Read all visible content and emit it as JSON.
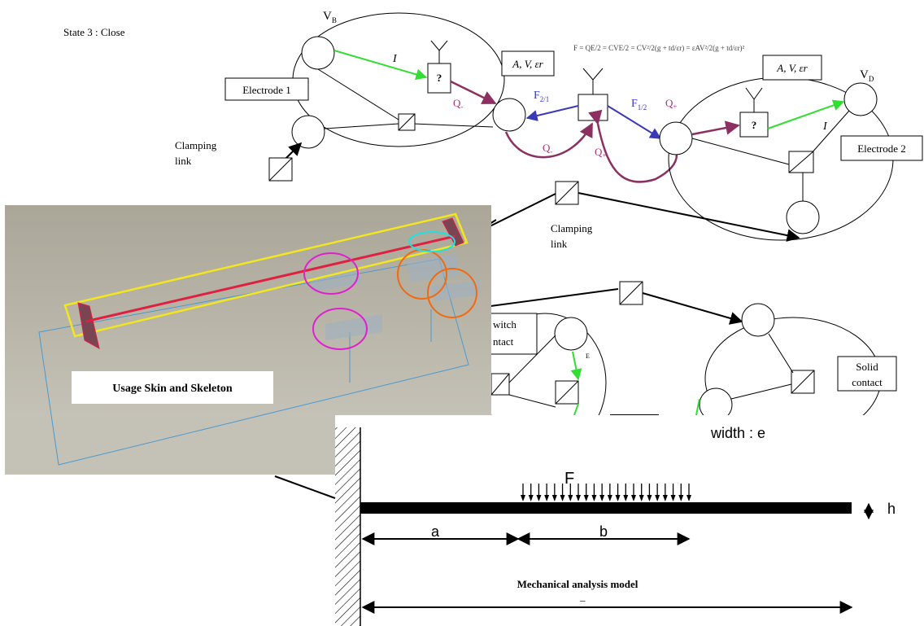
{
  "state_label": "State 3 : Close",
  "top_diagram": {
    "vb": {
      "main": "V",
      "sub": "B"
    },
    "vd": {
      "main": "V",
      "sub": "D"
    },
    "electrode1": "Electrode 1",
    "electrode2": "Electrode 2",
    "current_left": "I",
    "current_right": "I",
    "unknown_left": "?",
    "unknown_right": "?",
    "params_left": "A, V, εr",
    "params_right": "A, V, εr",
    "q_minus_top": {
      "main": "Q",
      "sub": "-"
    },
    "q_minus_loop": {
      "main": "Q",
      "sub": "-"
    },
    "q_plus_right": {
      "main": "Q",
      "sub": "+"
    },
    "q_plus_loop": {
      "main": "Q",
      "sub": "+"
    },
    "f21": {
      "main": "F",
      "sub": "2/1"
    },
    "f12": {
      "main": "F",
      "sub": "1/2"
    },
    "clamping_left": [
      "Clamping",
      "link"
    ],
    "clamping_mid": [
      "Clamping",
      "link"
    ],
    "formula": "F = QE/2 = CVE/2 = CV²/2(g + td/εr) = εAV²/2(g + td/εr)²"
  },
  "middle_diagram": {
    "switch_contact": [
      "witch",
      "ntact"
    ],
    "solid_contact": [
      "Solid",
      "contact"
    ],
    "small_sub": "E"
  },
  "skeleton_panel": {
    "caption": "Usage Skin and Skeleton"
  },
  "mechanical": {
    "width_label": "width : e",
    "force": "F",
    "height": "h",
    "a": "a",
    "b": "b",
    "caption": "Mechanical analysis model",
    "l": "_"
  },
  "colors": {
    "green_arrow": "#33dd33",
    "charge_arrow": "#8b3060",
    "force_arrow": "#3a3ab8",
    "magenta_label": "#aa3377",
    "panel_bg": "#b4b0a4",
    "yellow_frame": "#f2e620",
    "red_beam": "#e02040",
    "magenta_circle": "#e020d0",
    "orange_circle": "#f06a10",
    "cyan_circle": "#20e0e0",
    "blue_frame": "#4a9ad0"
  }
}
